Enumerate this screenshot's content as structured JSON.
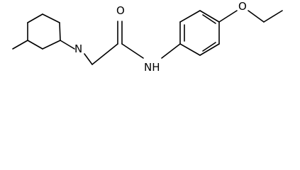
{
  "structure": {
    "atoms": {
      "n_ring": "N",
      "o_carbonyl": "O",
      "nh_amide": "NH",
      "o_ether": "O"
    },
    "colors": {
      "bond": "#000000",
      "text": "#000000",
      "background": "#ffffff"
    }
  }
}
